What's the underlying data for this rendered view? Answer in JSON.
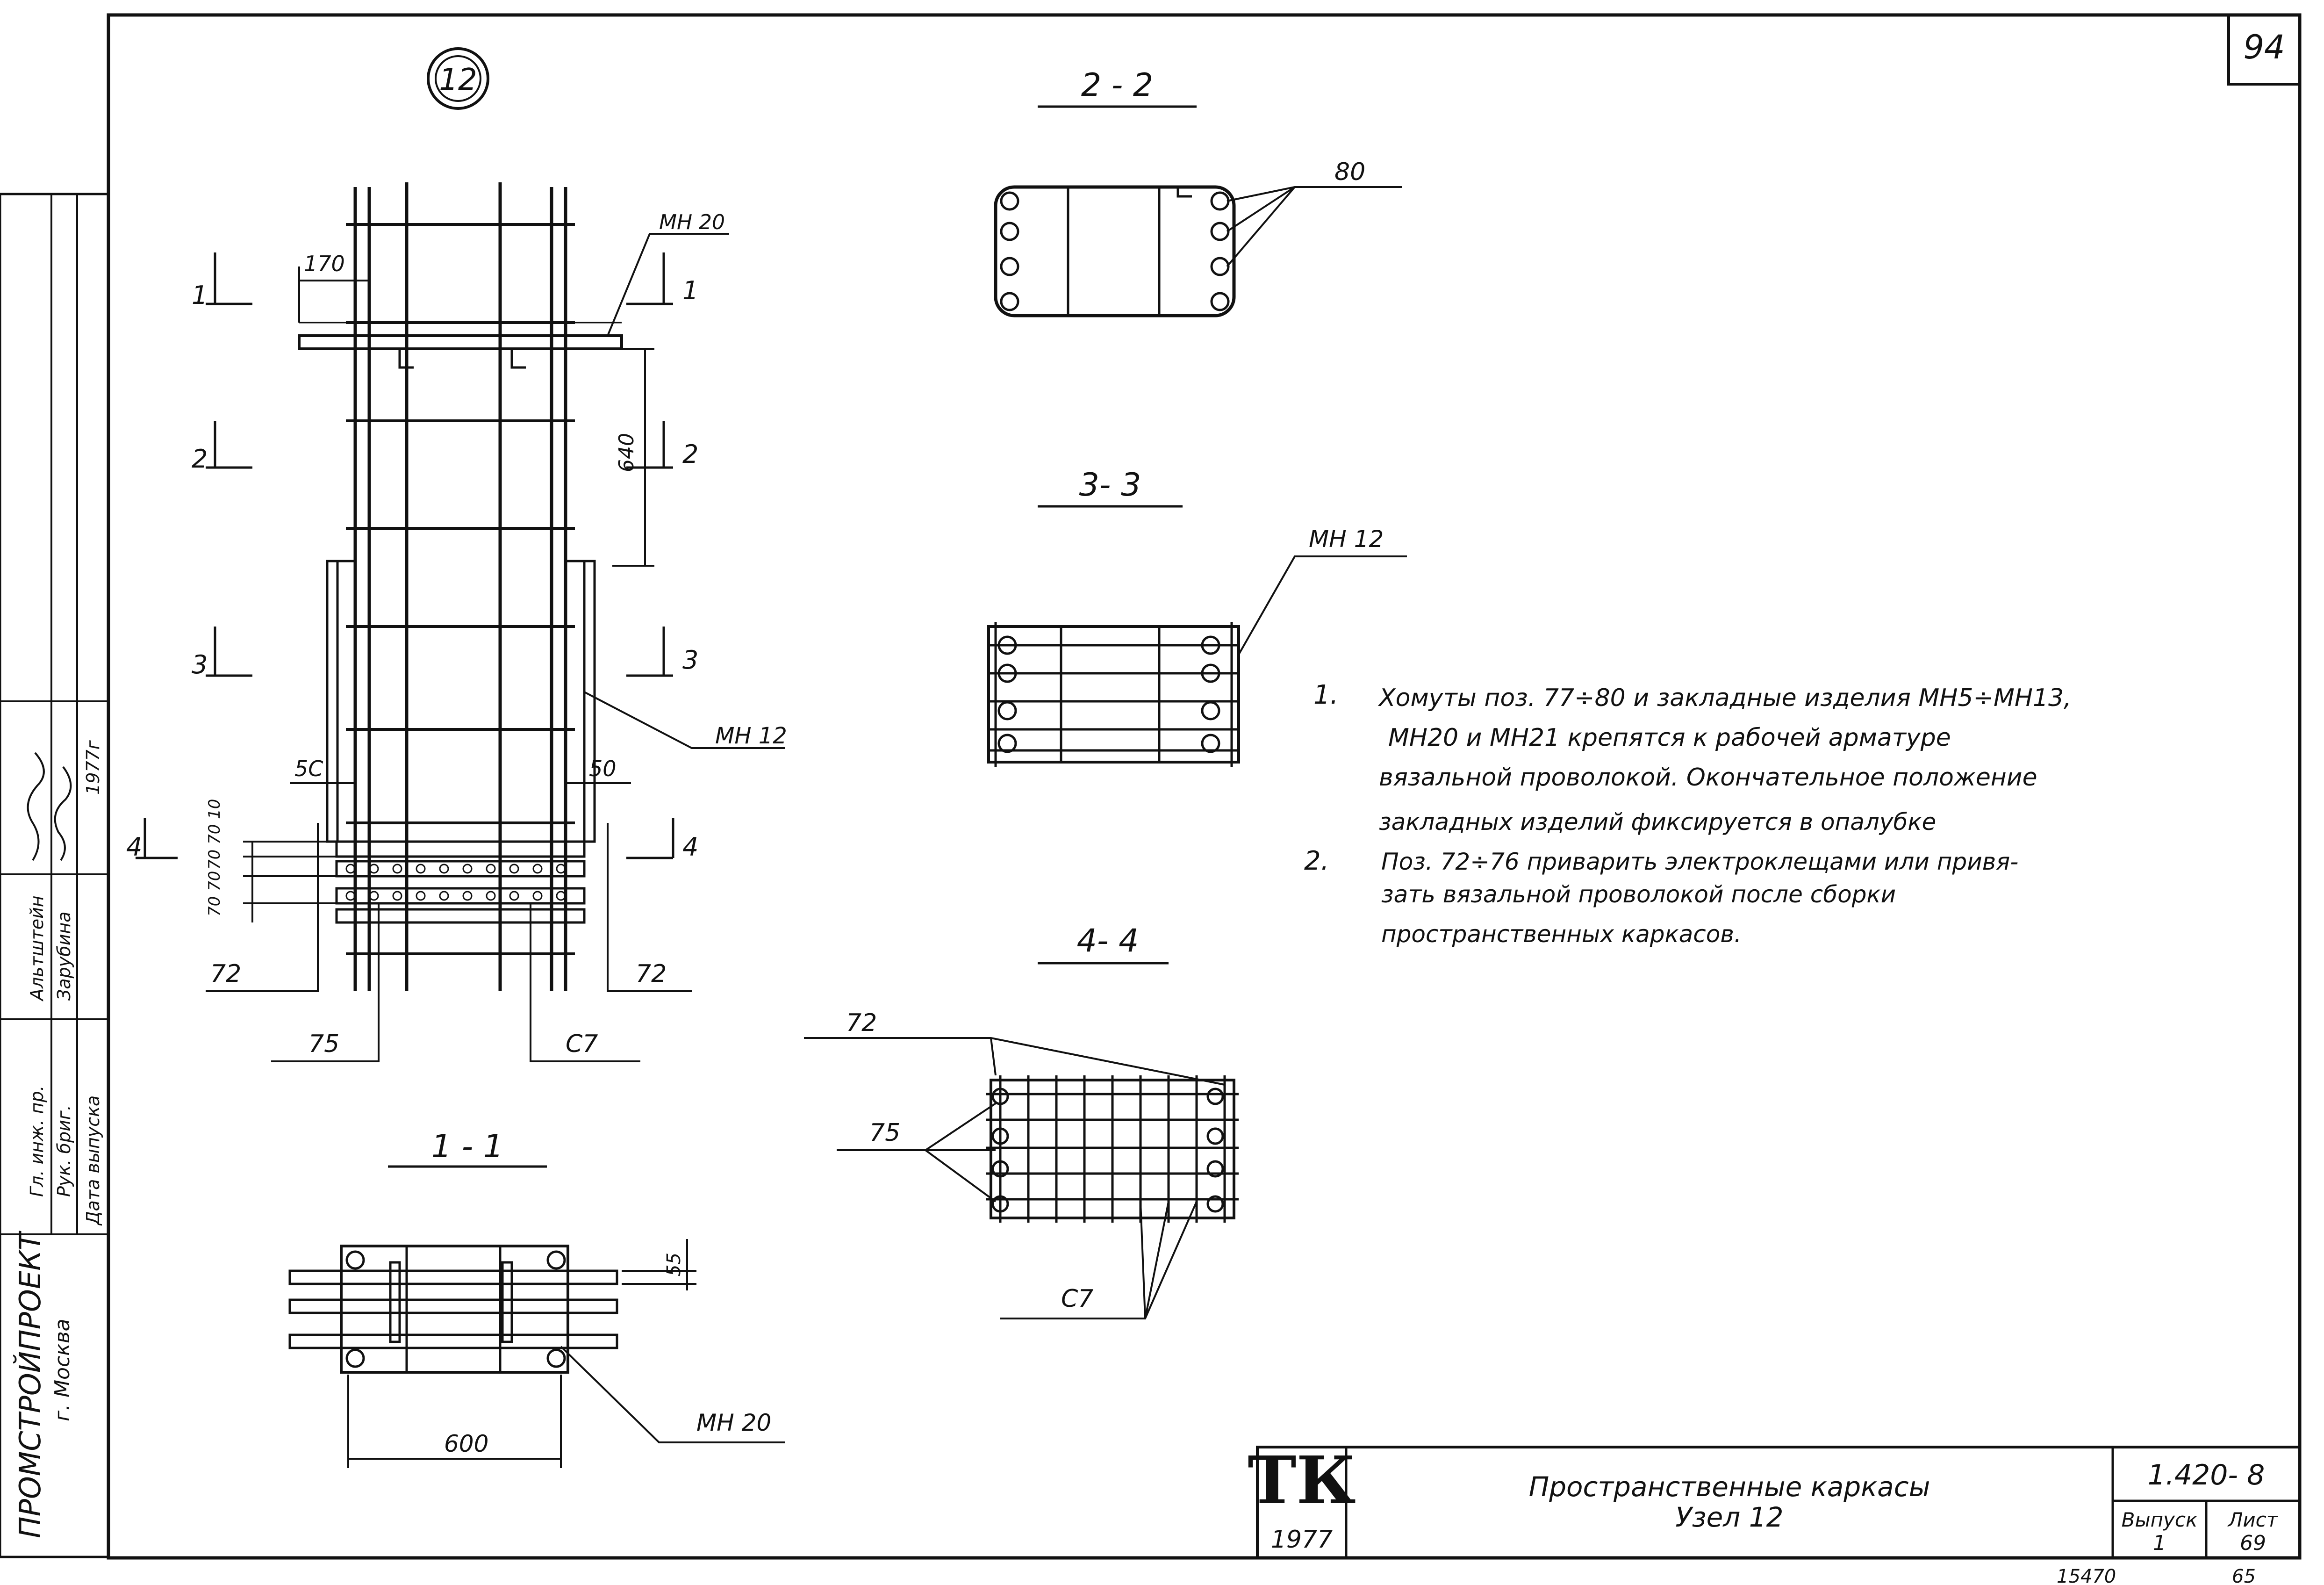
{
  "sheet_corner_number": "94",
  "node_badge": "12",
  "sections": {
    "s22": "2 - 2",
    "s33": "3- 3",
    "s44": "4- 4",
    "s11": "1 - 1"
  },
  "elevation_labels": {
    "mh20": "МН 20",
    "mh12": "МН 12",
    "dim170": "170",
    "dim640": "640",
    "dim50l": "5С",
    "dim50r": "50",
    "cut1": "1",
    "cut2": "2",
    "cut3": "3",
    "cut4": "4",
    "dims_vert": "70 70 10",
    "dims_vert2": "70 70",
    "pos72l": "72",
    "pos72r": "72",
    "pos75": "75",
    "posC7": "С7"
  },
  "section22_label": "80",
  "section33_label": "МН 12",
  "section44_labels": {
    "p72": "72",
    "p75": "75",
    "pC7": "С7"
  },
  "section11_labels": {
    "d55": "55",
    "d600": "600",
    "mh20": "МН 20"
  },
  "notes": {
    "n1_num": "1.",
    "n1_l1": "Хомуты поз. 77÷80 и закладные изделия МН5÷МН13,",
    "n1_l2": "МН20 и МН21 крепятся  к рабочей арматуре",
    "n1_l3": "вязальной проволокой. Окончательное положение",
    "n1_l4": "закладных изделий  фиксируется в опалубке",
    "n2_num": "2.",
    "n2_l1": "Поз. 72÷76 приварить электроклещами  или привя-",
    "n2_l2": "зать вязальной  проволокой  после  сборки",
    "n2_l3": "пространственных   каркасов."
  },
  "title_block": {
    "logo": "ТК",
    "year": "1977",
    "title_l1": "Пространственные  каркасы",
    "title_l2": "Узел 12",
    "code": "1.420- 8",
    "issue_label": "Выпуск",
    "issue_value": "1",
    "sheet_label": "Лист",
    "sheet_value": "69"
  },
  "side_stamp": {
    "org": "ПРОМСТРОЙПРОЕКТ",
    "city": "г. Москва",
    "role1": "Гл. инж. пр.",
    "name1": "Альтштейн",
    "role2": "Рук. бриг.",
    "name2": "Зарубина",
    "role3": "Дата выпуска",
    "date": "1977г"
  },
  "bottom_numbers": {
    "left": "15470",
    "right": "65"
  }
}
